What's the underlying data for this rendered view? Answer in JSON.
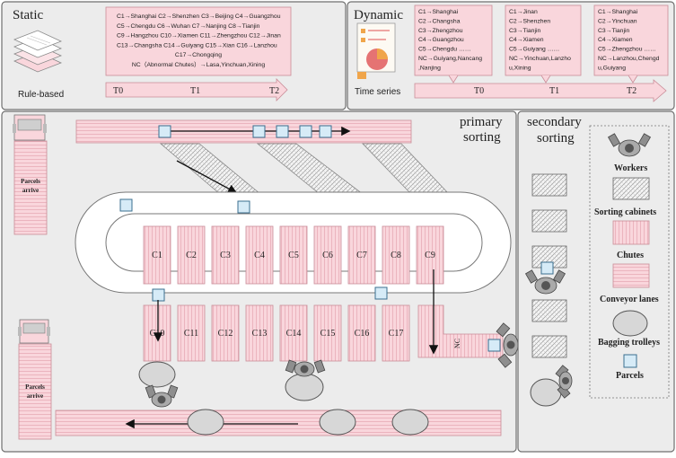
{
  "static": {
    "title": "Static",
    "caption": "Rule-based",
    "rules": [
      "C1→Shanghai C2→Shenzhen C3→Beijing C4→Guangzhou",
      "C5→Chengdu C6→Wuhan C7→Nanjing C8→Tianjin",
      "C9→Hangzhou C10→Xiamen C11→Zhengzhou C12→Jinan",
      "C13→Changsha C14→Guiyang C15→Xian C16→Lanzhou",
      "C17→Chongqing",
      "NC（Abnormal Chutes）→Lasa,Yinchuan,Xining"
    ],
    "timeline": [
      "T0",
      "T1",
      "T2"
    ]
  },
  "dynamic": {
    "title": "Dynamic",
    "caption": "Time series",
    "boxes": [
      [
        "C1→Shanghai",
        "C2→Changsha",
        "C3→Zhengzhou",
        "C4→Guangzhou",
        "C5→Chengdu   ……",
        "NC→Guiyang,Nancang",
        ",Nanjing"
      ],
      [
        "C1→Jinan",
        "C2→Shenzhen",
        "C3→Tianjin",
        "C4→Xiamen",
        "C5→Guiyang    ……",
        "NC→Yinchuan,Lanzho",
        "u,Xining"
      ],
      [
        "C1→Shanghai",
        "C2→Yinchuan",
        "C3→Tianjin",
        "C4→Xiamen",
        "C5→Zhengzhou  ……",
        "NC→Lanzhou,Chengd",
        "u,Guiyang"
      ]
    ],
    "timeline": [
      "T0",
      "T1",
      "T2"
    ]
  },
  "sorting": {
    "primary": [
      "primary",
      "sorting"
    ],
    "secondary": [
      "secondary",
      "sorting"
    ],
    "truck_top": [
      "Parcels",
      "arrive"
    ],
    "truck_bottom": [
      "Parcels",
      "arrive"
    ],
    "top_chutes": [
      "C1",
      "C2",
      "C3",
      "C4",
      "C5",
      "C6",
      "C7",
      "C8",
      "C9"
    ],
    "bottom_chutes": [
      "C10",
      "C11",
      "C12",
      "C13",
      "C14",
      "C15",
      "C16",
      "C17"
    ],
    "nc_label": "NC"
  },
  "legend": {
    "workers": "Workers",
    "cabinets": "Sorting cabinets",
    "chutes": "Chutes",
    "lanes": "Conveyor lanes",
    "trolleys": "Bagging trolleys",
    "parcels": "Parcels"
  },
  "colors": {
    "pink": "#f9d6dc",
    "parcel": "#d6ebf7",
    "panel": "#ececec"
  }
}
